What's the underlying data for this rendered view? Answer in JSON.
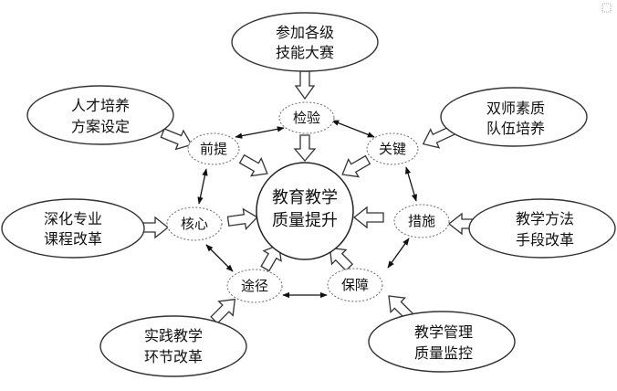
{
  "center": {
    "line1": "教育教学",
    "line2": "质量提升"
  },
  "inner_nodes": {
    "jianyan": "检验",
    "guanjian": "关键",
    "cuoshi": "措施",
    "baozhang": "保障",
    "tujing": "途径",
    "hexin": "核心",
    "qianti": "前提"
  },
  "outer_nodes": {
    "jineng": {
      "line1": "参加各级",
      "line2": "技能大赛"
    },
    "shuangshi": {
      "line1": "双师素质",
      "line2": "队伍培养"
    },
    "jiaoxue_fangfa": {
      "line1": "教学方法",
      "line2": "手段改革"
    },
    "jiaoxue_guanli": {
      "line1": "教学管理",
      "line2": "质量监控"
    },
    "shijian": {
      "line1": "实践教学",
      "line2": "环节改革"
    },
    "shenhua": {
      "line1": "深化专业",
      "line2": "课程改革"
    },
    "rencai": {
      "line1": "人才培养",
      "line2": "方案设定"
    }
  }
}
